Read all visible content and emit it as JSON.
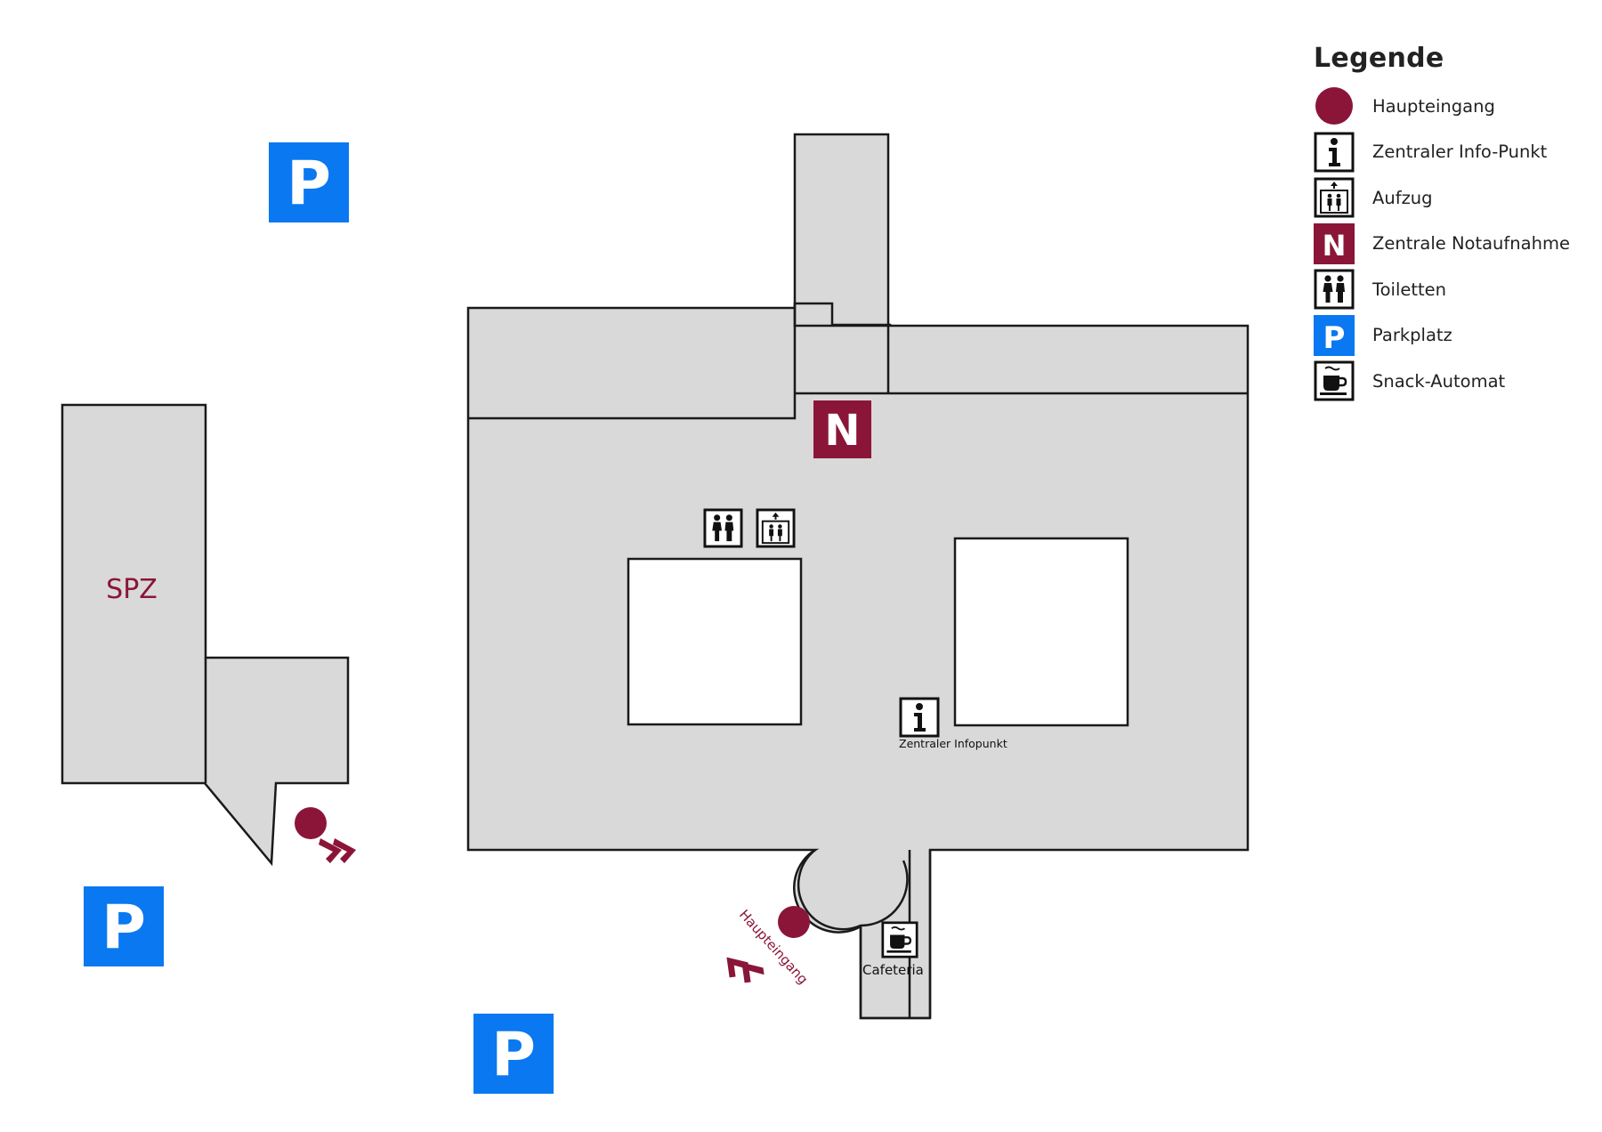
{
  "colors": {
    "brand": "#8b1538",
    "parking": "#0a78f0",
    "building": "#d9d9d9",
    "outline": "#1a1a1a",
    "courtyard": "#ffffff"
  },
  "map": {
    "spz_label": "SPZ",
    "emergency_letter": "N",
    "parking_letter": "P",
    "info_point_label": "Zentraler Infopunkt",
    "cafeteria_label": "Cafeteria",
    "main_entrance_label": "Haupteingang"
  },
  "legend": {
    "title": "Legende",
    "items": [
      {
        "icon": "main-entrance-dot-icon",
        "label": "Haupteingang"
      },
      {
        "icon": "info-icon",
        "label": "Zentraler Info-Punkt"
      },
      {
        "icon": "elevator-icon",
        "label": "Aufzug"
      },
      {
        "icon": "emergency-n-icon",
        "label": "Zentrale Notaufnahme"
      },
      {
        "icon": "toilets-icon",
        "label": "Toiletten"
      },
      {
        "icon": "parking-icon",
        "label": "Parkplatz"
      },
      {
        "icon": "snack-machine-icon",
        "label": "Snack-Automat"
      }
    ]
  }
}
